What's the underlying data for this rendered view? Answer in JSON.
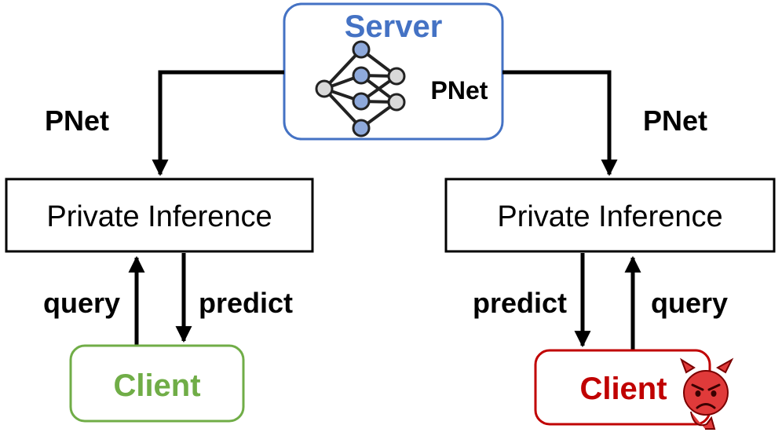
{
  "server": {
    "title": "Server",
    "model_label": "PNet",
    "title_color": "#4472C4",
    "border_color": "#4472C4"
  },
  "left_path": {
    "edge_label": "PNet",
    "inference_label": "Private Inference",
    "query_label": "query",
    "predict_label": "predict",
    "client_label": "Client",
    "client_color": "#70AD47"
  },
  "right_path": {
    "edge_label": "PNet",
    "inference_label": "Private Inference",
    "query_label": "query",
    "predict_label": "predict",
    "client_label": "Client",
    "client_color": "#C00000",
    "client_badge_icon": "devil-face-icon"
  },
  "neural_net_icon": {
    "node_fill": "#8EA9DB",
    "outer_node_fill": "#D9D9D9"
  }
}
